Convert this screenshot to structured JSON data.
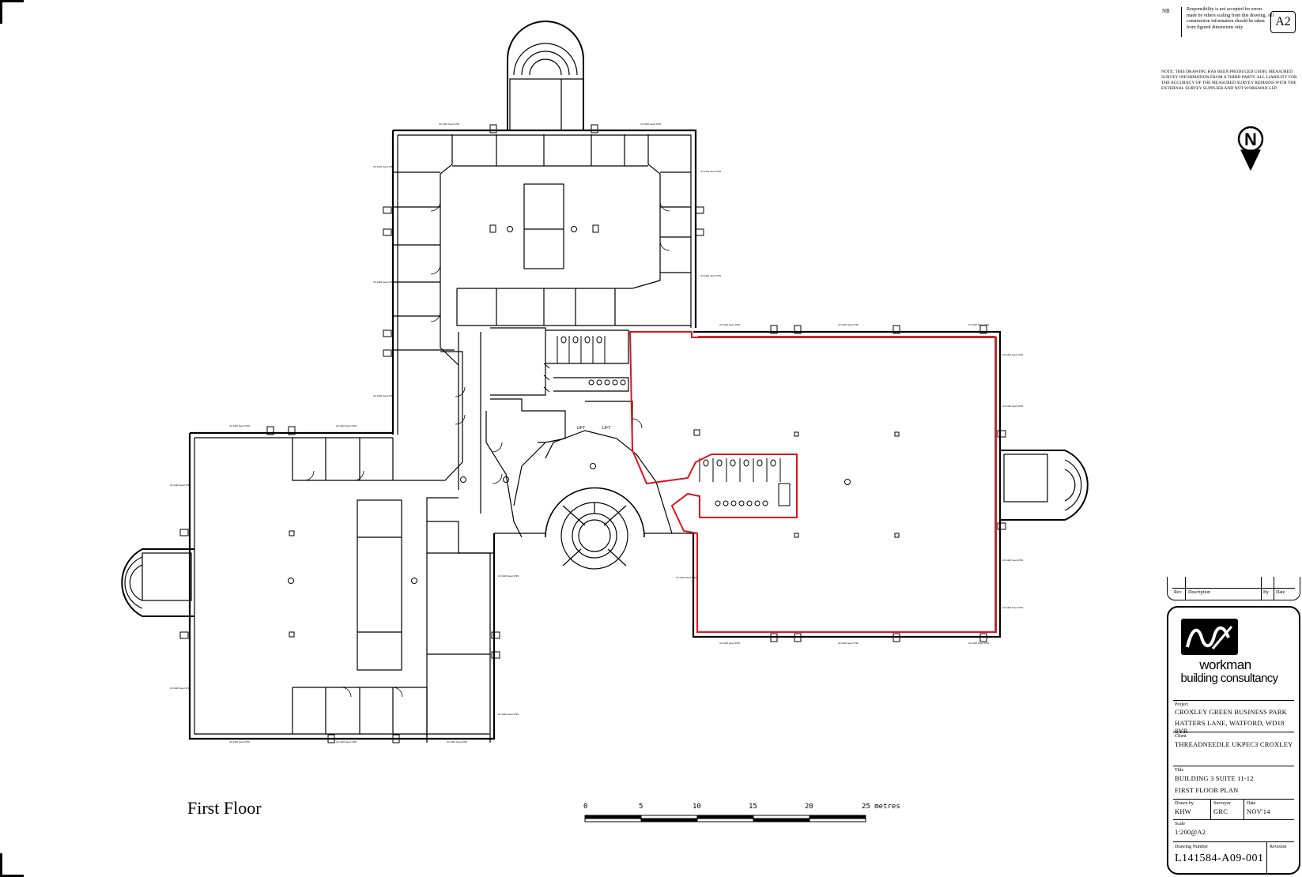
{
  "nb": {
    "label": "NB",
    "text": "Responsibility is not accepted for errors made by others scaling from this drawing. All construction information should be taken from figured dimensions only"
  },
  "sheet_size": "A2",
  "note": "NOTE: THIS DRAWING HAS BEEN PRODUCED USING MEASURED SURVEY INFORMATION FROM A THIRD PARTY. ALL LIABILITY FOR THE ACCURACY OF THE MEASURED SURVEY REMAINS WITH THE EXTERNAL SURVEY SUPPLIER AND NOT WORKMAN LLP.",
  "north_label": "N",
  "revision_table": {
    "rev": "Rev",
    "description": "Description",
    "by": "By",
    "date": "Date"
  },
  "brand": {
    "line1": "workman",
    "line2": "building consultancy"
  },
  "project": {
    "label": "Project",
    "line1": "CROXLEY GREEN BUSINESS PARK",
    "line2": "HATTERS LANE, WATFORD, WD18 8YR"
  },
  "client": {
    "label": "Client",
    "value": "THREADNEEDLE UKPEC3 CROXLEY"
  },
  "title": {
    "label": "Title",
    "line1": "BUILDING 3 SUITE 11-12",
    "line2": "FIRST FLOOR PLAN"
  },
  "drawn_by": {
    "label": "Drawn by",
    "value": "KHW"
  },
  "surveyor": {
    "label": "Surveyor",
    "value": "GRC"
  },
  "date": {
    "label": "Date",
    "value": "NOV'14"
  },
  "scale": {
    "label": "Scale",
    "value": "1:200@A2"
  },
  "drawing_number": {
    "label": "Drawing Number",
    "value": "L141584-A09-001"
  },
  "revision": {
    "label": "Revision",
    "value": ""
  },
  "floor_title": "First Floor",
  "scale_bar": {
    "labels": [
      "0",
      "5",
      "10",
      "15",
      "20",
      "25 metres"
    ]
  },
  "lift_labels": [
    "LIFT",
    "LIFT"
  ],
  "colors": {
    "highlight": "#e0141b",
    "line": "#000000"
  }
}
